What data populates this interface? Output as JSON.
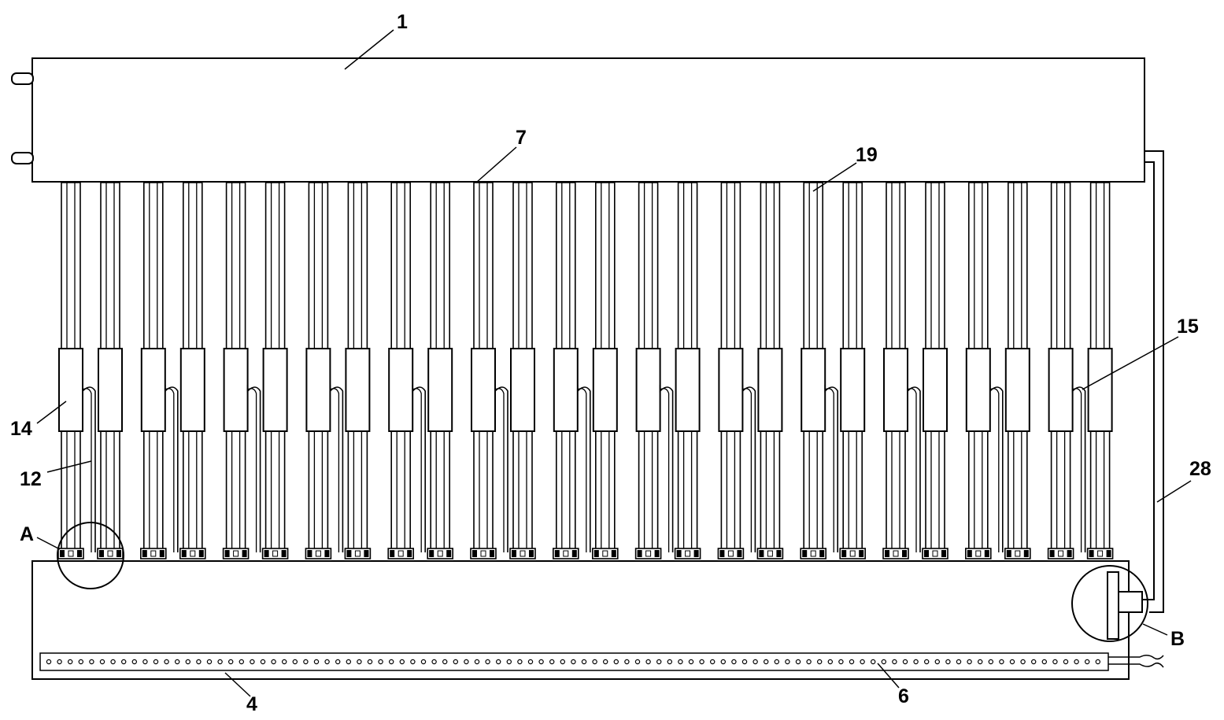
{
  "diagram": {
    "tube_pair_count": 13,
    "labels": {
      "tank": "1",
      "top_connector": "7",
      "top_pipe": "19",
      "clamp": "15",
      "sleeve": "14",
      "pipe": "12",
      "detail_a": "A",
      "detail_b": "B",
      "return_pipe": "28",
      "bottom_box": "4",
      "heater_strip": "6"
    }
  }
}
